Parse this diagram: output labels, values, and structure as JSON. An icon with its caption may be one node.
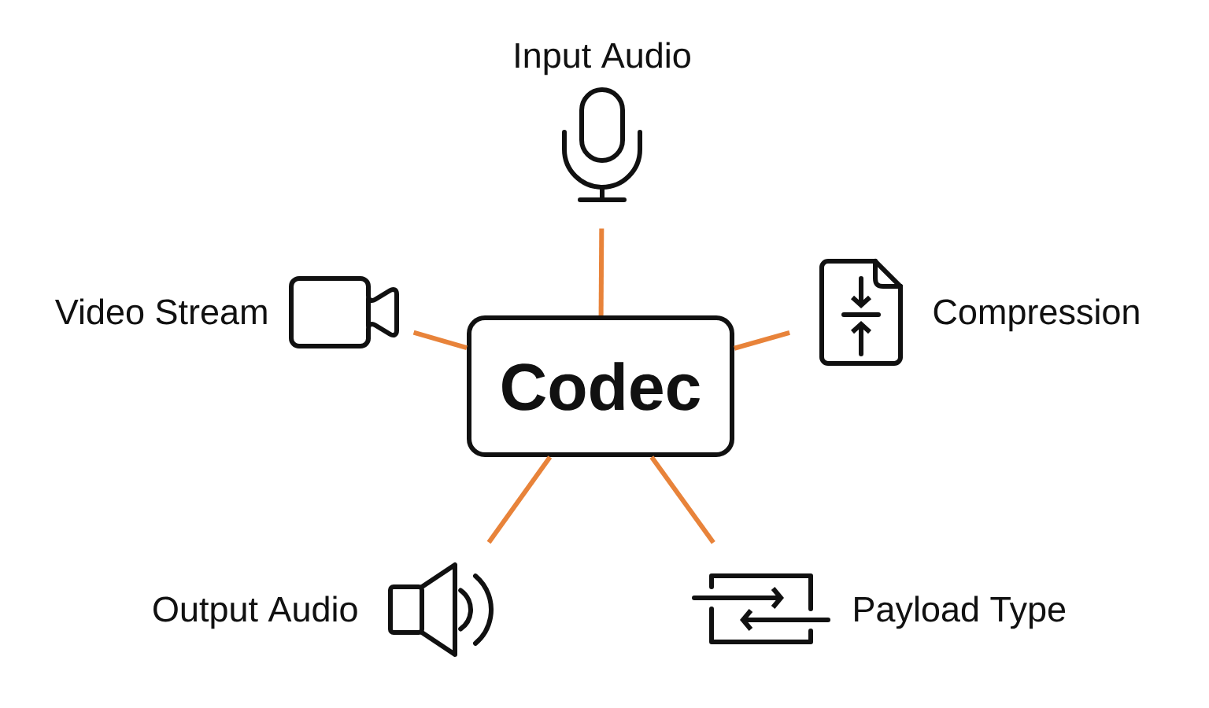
{
  "diagram": {
    "nodes": [
      {
        "text": [
          "Codec"
        ]
      },
      {
        "text": [],
        "shape": "picture",
        "beside": [
          "Input Audio"
        ]
      },
      {
        "text": [],
        "shape": "picture",
        "beside": [
          "Video Stream"
        ]
      },
      {
        "text": [],
        "shape": "picture",
        "beside": [
          "Compression"
        ]
      },
      {
        "text": [],
        "shape": "picture",
        "beside": [
          "Output Audio"
        ]
      },
      {
        "text": [],
        "shape": "picture",
        "beside": [
          "Payload Type"
        ]
      }
    ],
    "edges": [
      {
        "from": 0,
        "to": 1,
        "arrow": "none"
      },
      {
        "from": 0,
        "to": 2,
        "arrow": "none"
      },
      {
        "from": 0,
        "to": 3,
        "arrow": "none"
      },
      {
        "from": 0,
        "to": 4,
        "arrow": "none"
      },
      {
        "from": 0,
        "to": 5,
        "arrow": "none"
      }
    ]
  }
}
